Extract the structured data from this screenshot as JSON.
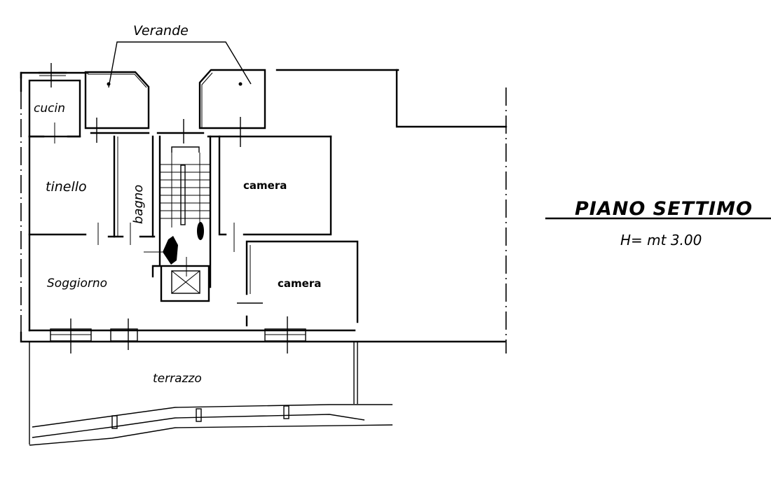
{
  "plan": {
    "title": "PIANO SETTIMO",
    "height_label": "H= mt 3.00",
    "callout": "Verande",
    "rooms": [
      {
        "id": "cucina",
        "label": "cucin"
      },
      {
        "id": "tinello",
        "label": "tinello"
      },
      {
        "id": "bagno",
        "label": "bagno"
      },
      {
        "id": "camera-1",
        "label": "camera"
      },
      {
        "id": "soggiorno",
        "label": "Soggiorno"
      },
      {
        "id": "camera-2",
        "label": "camera"
      },
      {
        "id": "terrazzo",
        "label": "terrazzo"
      }
    ]
  },
  "colors": {
    "ink": "#000000",
    "paper": "#ffffff"
  }
}
